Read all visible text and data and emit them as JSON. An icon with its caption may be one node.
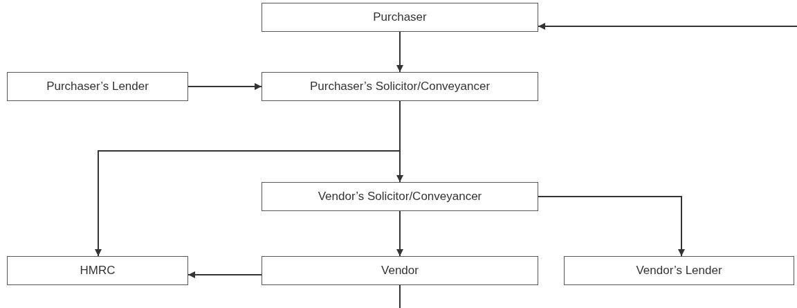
{
  "diagram": {
    "nodes": [
      {
        "text": [
          "Purchaser"
        ]
      },
      {
        "text": [
          "Purchaser’s Lender"
        ]
      },
      {
        "text": [
          "Purchaser’s Solicitor/Conveyancer"
        ]
      },
      {
        "text": [
          "Vendor’s Solicitor/Conveyancer"
        ]
      },
      {
        "text": [
          "HMRC"
        ]
      },
      {
        "text": [
          "Vendor"
        ]
      },
      {
        "text": [
          "Vendor’s Lender"
        ]
      }
    ],
    "edges": [
      {
        "from": null,
        "to": 0,
        "arrow": "to"
      },
      {
        "from": 0,
        "to": 2,
        "arrow": "to"
      },
      {
        "from": 1,
        "to": 2,
        "arrow": "to"
      },
      {
        "from": 2,
        "to": 4,
        "arrow": "to"
      },
      {
        "from": 2,
        "to": 3,
        "arrow": "to"
      },
      {
        "from": 3,
        "to": 5,
        "arrow": "to"
      },
      {
        "from": 3,
        "to": 6,
        "arrow": "to"
      },
      {
        "from": 5,
        "to": 4,
        "arrow": "to"
      },
      {
        "from": 5,
        "to": null,
        "arrow": "none"
      }
    ]
  }
}
